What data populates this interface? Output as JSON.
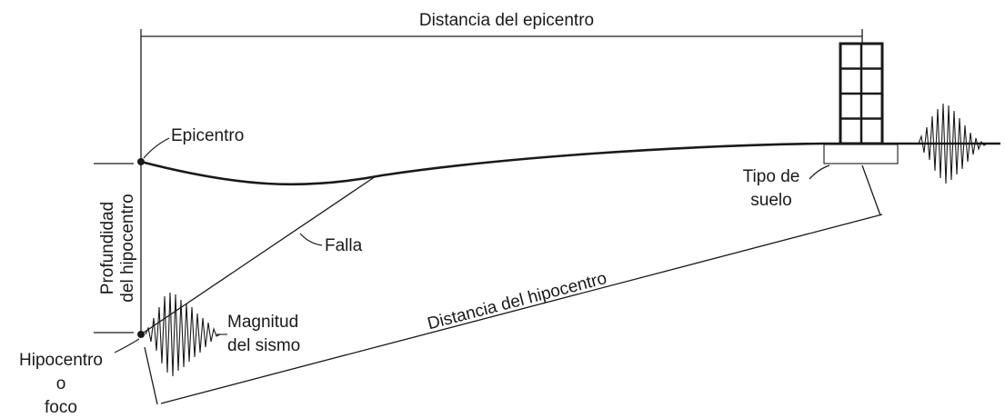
{
  "labels": {
    "epicenter_distance": "Distancia del epicentro",
    "epicenter": "Epicentro",
    "depth_line1": "Profundidad",
    "depth_line2": "del hipocentro",
    "fault": "Falla",
    "magnitude_line1": "Magnitud",
    "magnitude_line2": "del sismo",
    "hypocenter_line1": "Hipocentro",
    "hypocenter_line2": "o",
    "hypocenter_line3": "foco",
    "hypocenter_distance": "Distancia del hipocentro",
    "soil_type_line1": "Tipo de",
    "soil_type_line2": "suelo"
  },
  "colors": {
    "ink": "#1a1a1a",
    "background": "#ffffff"
  }
}
